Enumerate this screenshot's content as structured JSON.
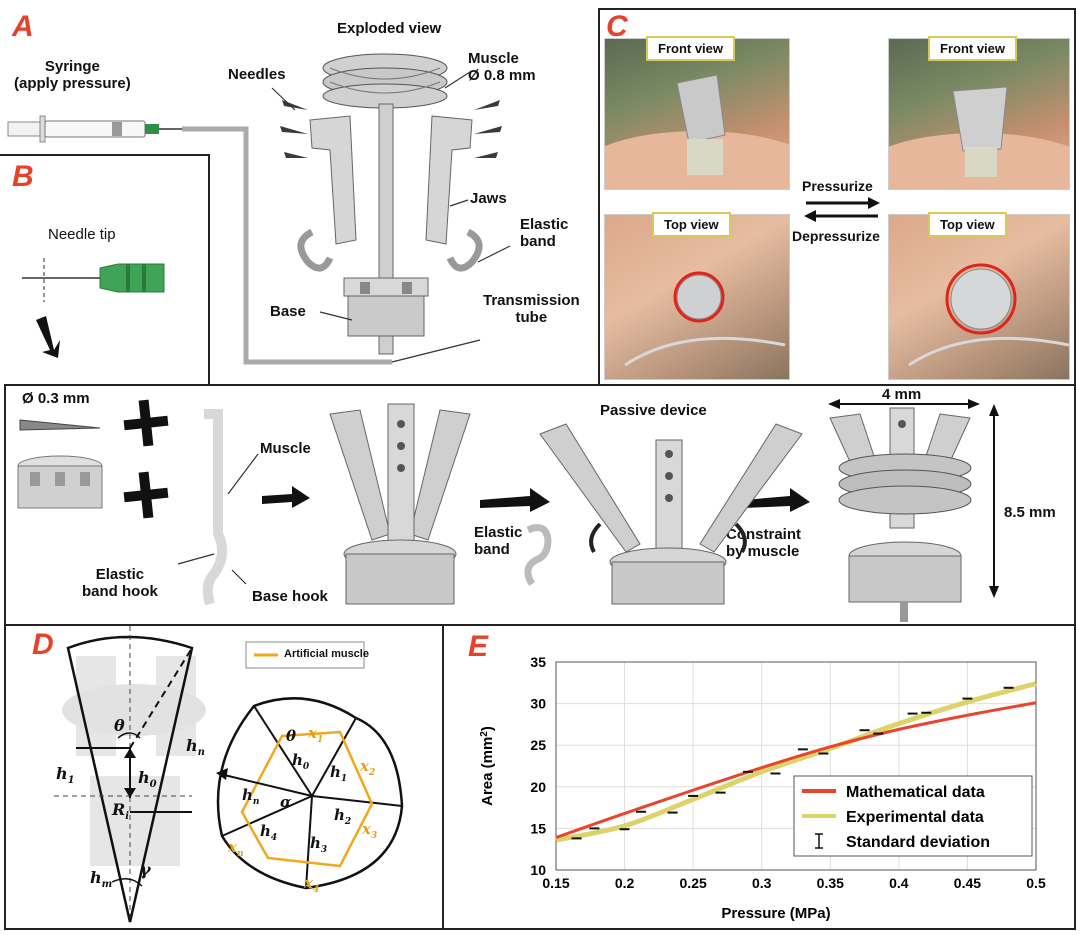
{
  "panels": {
    "A": "A",
    "B": "B",
    "C": "C",
    "D": "D",
    "E": "E"
  },
  "panel_a": {
    "title": "Exploded view",
    "syringe_line1": "Syringe",
    "syringe_line2": "(apply pressure)",
    "needles": "Needles",
    "muscle_line1": "Muscle",
    "muscle_line2": "Ø 0.8 mm",
    "jaws": "Jaws",
    "elastic_line1": "Elastic",
    "elastic_line2": "band",
    "base": "Base",
    "tube_line1": "Transmission",
    "tube_line2": "tube"
  },
  "panel_b": {
    "needle_tip": "Needle tip",
    "diameter": "Ø 0.3 mm",
    "muscle": "Muscle",
    "elastic_hook_line1": "Elastic",
    "elastic_hook_line2": "band hook",
    "base_hook": "Base hook",
    "passive_device": "Passive device",
    "elastic_band_line1": "Elastic",
    "elastic_band_line2": "band",
    "constraint_line1": "Constraint",
    "constraint_line2": "by muscle",
    "width": "4 mm",
    "height": "8.5 mm"
  },
  "panel_c": {
    "front_view_left": "Front view",
    "front_view_right": "Front view",
    "top_view_left": "Top view",
    "top_view_right": "Top view",
    "pressurize": "Pressurize",
    "depressurize": "Depressurize"
  },
  "panel_d": {
    "legend": "Artificial muscle",
    "accent_color": "#f0a81c",
    "symbols": {
      "theta": "θ",
      "h0": "h",
      "h1": "h",
      "hn": "h",
      "hm": "h",
      "Ri": "R",
      "gamma": "γ",
      "alpha": "α"
    }
  },
  "chart_data": {
    "type": "line",
    "title": "",
    "xlabel": "Pressure (MPa)",
    "ylabel": "Area (mm²)",
    "xlim": [
      0.15,
      0.5
    ],
    "ylim": [
      10,
      35
    ],
    "xticks": [
      0.15,
      0.2,
      0.25,
      0.3,
      0.35,
      0.4,
      0.45,
      0.5
    ],
    "xtick_labels": [
      "0.15",
      "0.2",
      "0.25",
      "0.3",
      "0.35",
      "0.4",
      "0.45",
      "0.5"
    ],
    "yticks": [
      10,
      15,
      20,
      25,
      30,
      35
    ],
    "ytick_labels": [
      "10",
      "15",
      "20",
      "25",
      "30",
      "35"
    ],
    "grid": true,
    "legend_position": "bottom-right",
    "series": [
      {
        "name": "Mathematical data",
        "color": "#e8452c",
        "x": [
          0.15,
          0.2,
          0.25,
          0.3,
          0.35,
          0.4,
          0.45,
          0.5
        ],
        "y": [
          13.9,
          16.8,
          19.6,
          22.3,
          24.8,
          26.9,
          28.6,
          30.1
        ]
      },
      {
        "name": "Experimental data",
        "color": "#dcd36a",
        "x": [
          0.15,
          0.2,
          0.25,
          0.3,
          0.35,
          0.4,
          0.45,
          0.5
        ],
        "y": [
          13.6,
          15.3,
          18.5,
          21.8,
          24.6,
          27.6,
          30.2,
          32.4
        ]
      },
      {
        "name": "Standard deviation",
        "color": "#111111",
        "x": [
          0.165,
          0.178,
          0.2,
          0.212,
          0.235,
          0.25,
          0.27,
          0.29,
          0.31,
          0.33,
          0.345,
          0.375,
          0.385,
          0.41,
          0.42,
          0.45,
          0.48
        ],
        "y": [
          13.8,
          15.0,
          14.9,
          17.0,
          16.9,
          18.9,
          19.3,
          21.8,
          21.6,
          24.5,
          24.0,
          26.8,
          26.4,
          28.8,
          28.9,
          30.6,
          31.9
        ]
      }
    ]
  }
}
